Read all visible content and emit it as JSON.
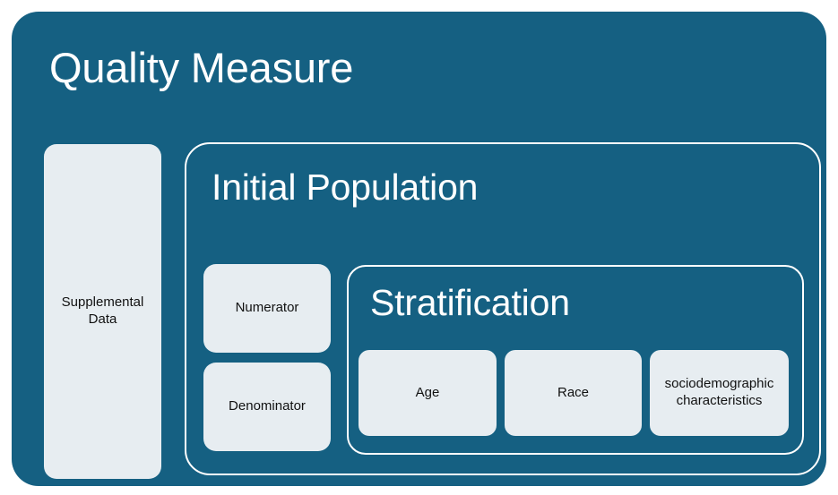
{
  "diagram": {
    "title": "Quality Measure",
    "colors": {
      "card_background": "#156082",
      "panel_background": "#e7edf1",
      "outline": "#ffffff",
      "title_text": "#ffffff",
      "panel_text": "#111111"
    },
    "supplemental": {
      "label": "Supplemental\nData",
      "label_line1": "Supplemental",
      "label_line2": "Data"
    },
    "initial_population": {
      "title": "Initial Population",
      "measures": [
        {
          "label": "Numerator"
        },
        {
          "label": "Denominator"
        }
      ],
      "stratification": {
        "title": "Stratification",
        "items": [
          {
            "label": "Age"
          },
          {
            "label": "Race"
          },
          {
            "label": "sociodemographic characteristics"
          }
        ]
      }
    }
  }
}
